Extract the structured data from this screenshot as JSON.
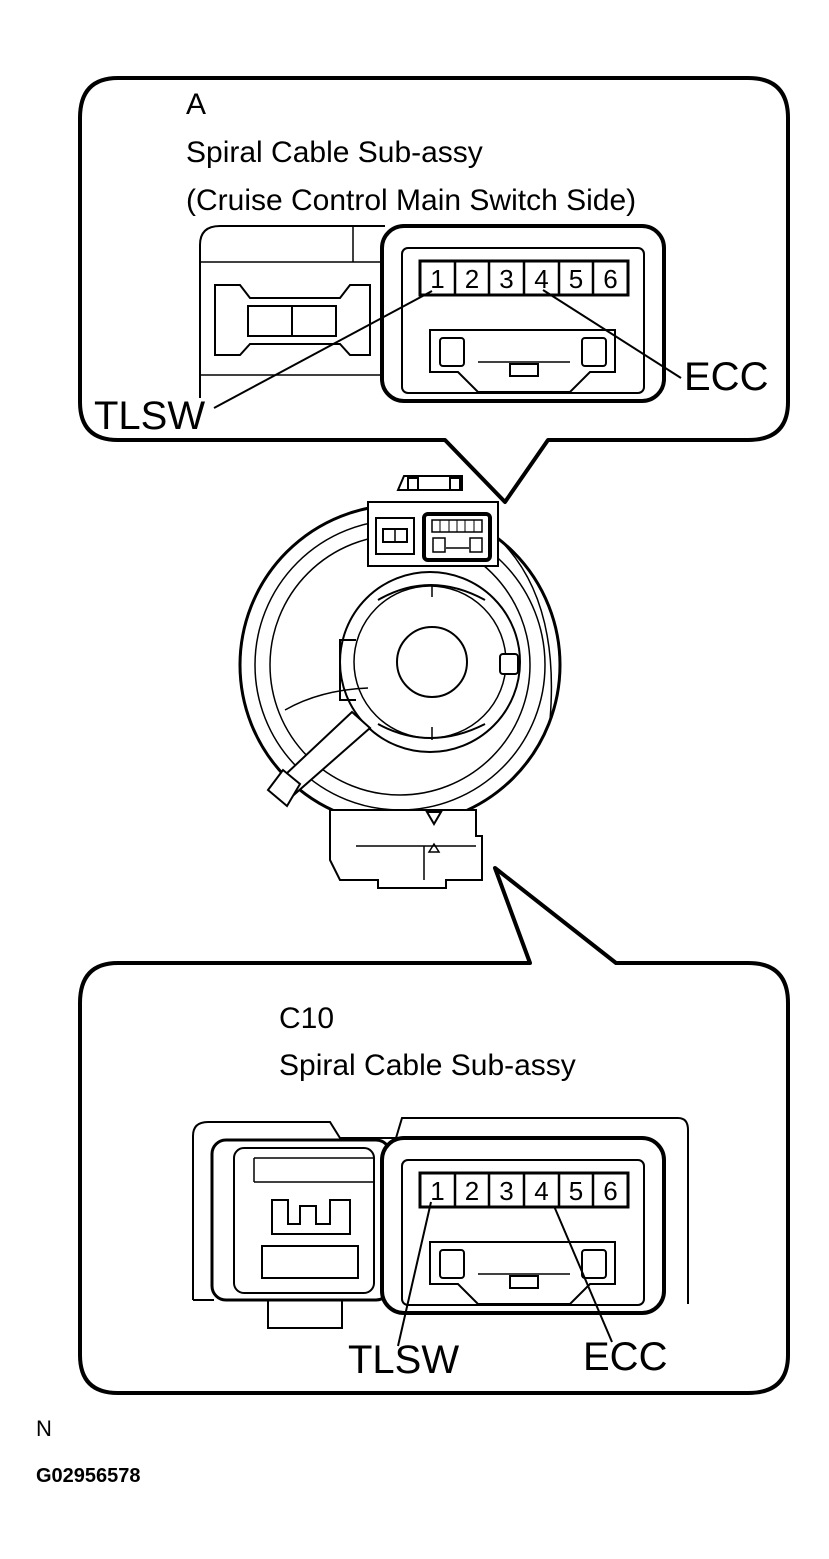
{
  "panel_a": {
    "connector_id": "A",
    "title_line1": "Spiral Cable Sub-assy",
    "title_line2": "(Cruise Control Main Switch Side)",
    "pins": [
      "1",
      "2",
      "3",
      "4",
      "5",
      "6"
    ],
    "label_left": "TLSW",
    "label_right": "ECC"
  },
  "panel_c10": {
    "connector_id": "C10",
    "title_line1": "Spiral Cable Sub-assy",
    "pins": [
      "1",
      "2",
      "3",
      "4",
      "5",
      "6"
    ],
    "label_left": "TLSW",
    "label_right": "ECC"
  },
  "footer": {
    "view_mark": "N",
    "figure_code": "G02956578"
  }
}
